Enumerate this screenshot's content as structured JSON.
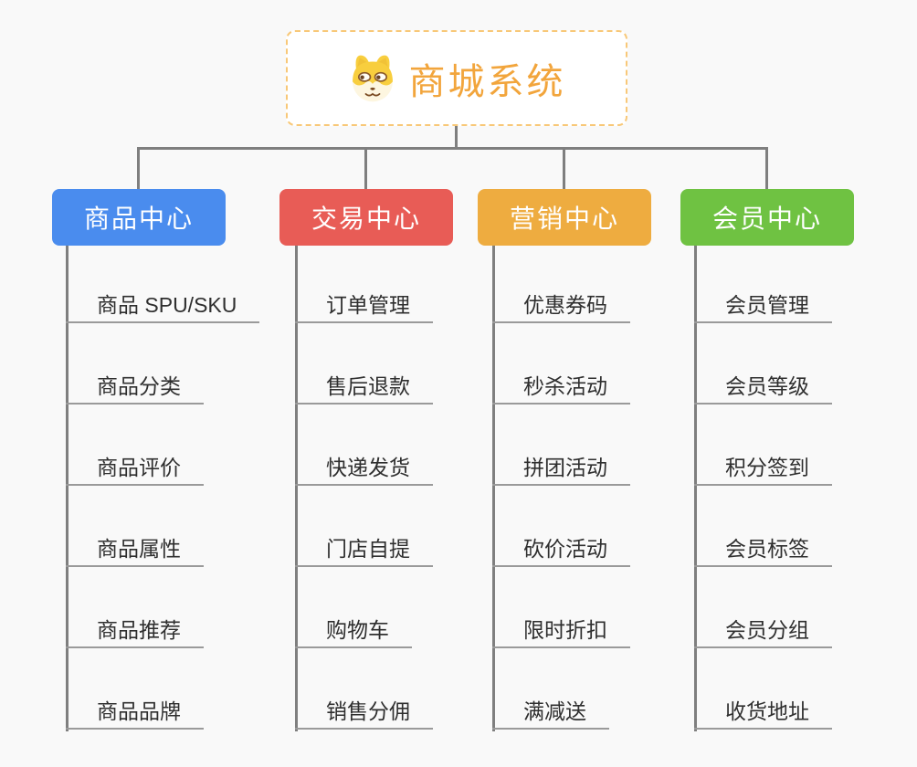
{
  "root": {
    "title": "商城系统",
    "icon": "shiba-dog-icon"
  },
  "branches": [
    {
      "id": "product-center",
      "label": "商品中心",
      "color": "#4a8cee",
      "items": [
        "商品 SPU/SKU",
        "商品分类",
        "商品评价",
        "商品属性",
        "商品推荐",
        "商品品牌"
      ]
    },
    {
      "id": "trade-center",
      "label": "交易中心",
      "color": "#e85c56",
      "items": [
        "订单管理",
        "售后退款",
        "快递发货",
        "门店自提",
        "购物车",
        "销售分佣"
      ]
    },
    {
      "id": "marketing-center",
      "label": "营销中心",
      "color": "#eeac40",
      "items": [
        "优惠券码",
        "秒杀活动",
        "拼团活动",
        "砍价活动",
        "限时折扣",
        "满减送"
      ]
    },
    {
      "id": "member-center",
      "label": "会员中心",
      "color": "#6fc242",
      "items": [
        "会员管理",
        "会员等级",
        "积分签到",
        "会员标签",
        "会员分组",
        "收货地址"
      ]
    }
  ],
  "colors": {
    "canvas_background": "#f9f9f9",
    "root_border": "#f8c878",
    "root_text": "#f2a53c",
    "connector_line": "#7f7f7f",
    "item_underline": "#9a9a9a",
    "item_text": "#2f2f2f"
  }
}
